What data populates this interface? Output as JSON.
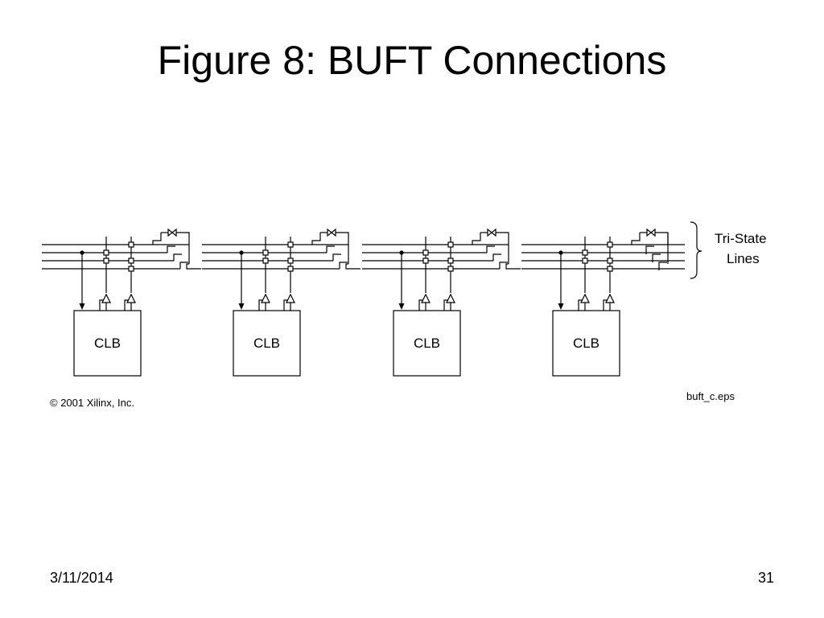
{
  "slide": {
    "title": "Figure 8: BUFT Connections",
    "date": "3/11/2014",
    "page_number": "31"
  },
  "diagram": {
    "line_label_1": "Tri-State",
    "line_label_2": "Lines",
    "copyright": "© 2001 Xilinx, Inc.",
    "filename": "buft_c.eps",
    "blocks": [
      {
        "label": "CLB"
      },
      {
        "label": "CLB"
      },
      {
        "label": "CLB"
      },
      {
        "label": "CLB"
      }
    ]
  }
}
